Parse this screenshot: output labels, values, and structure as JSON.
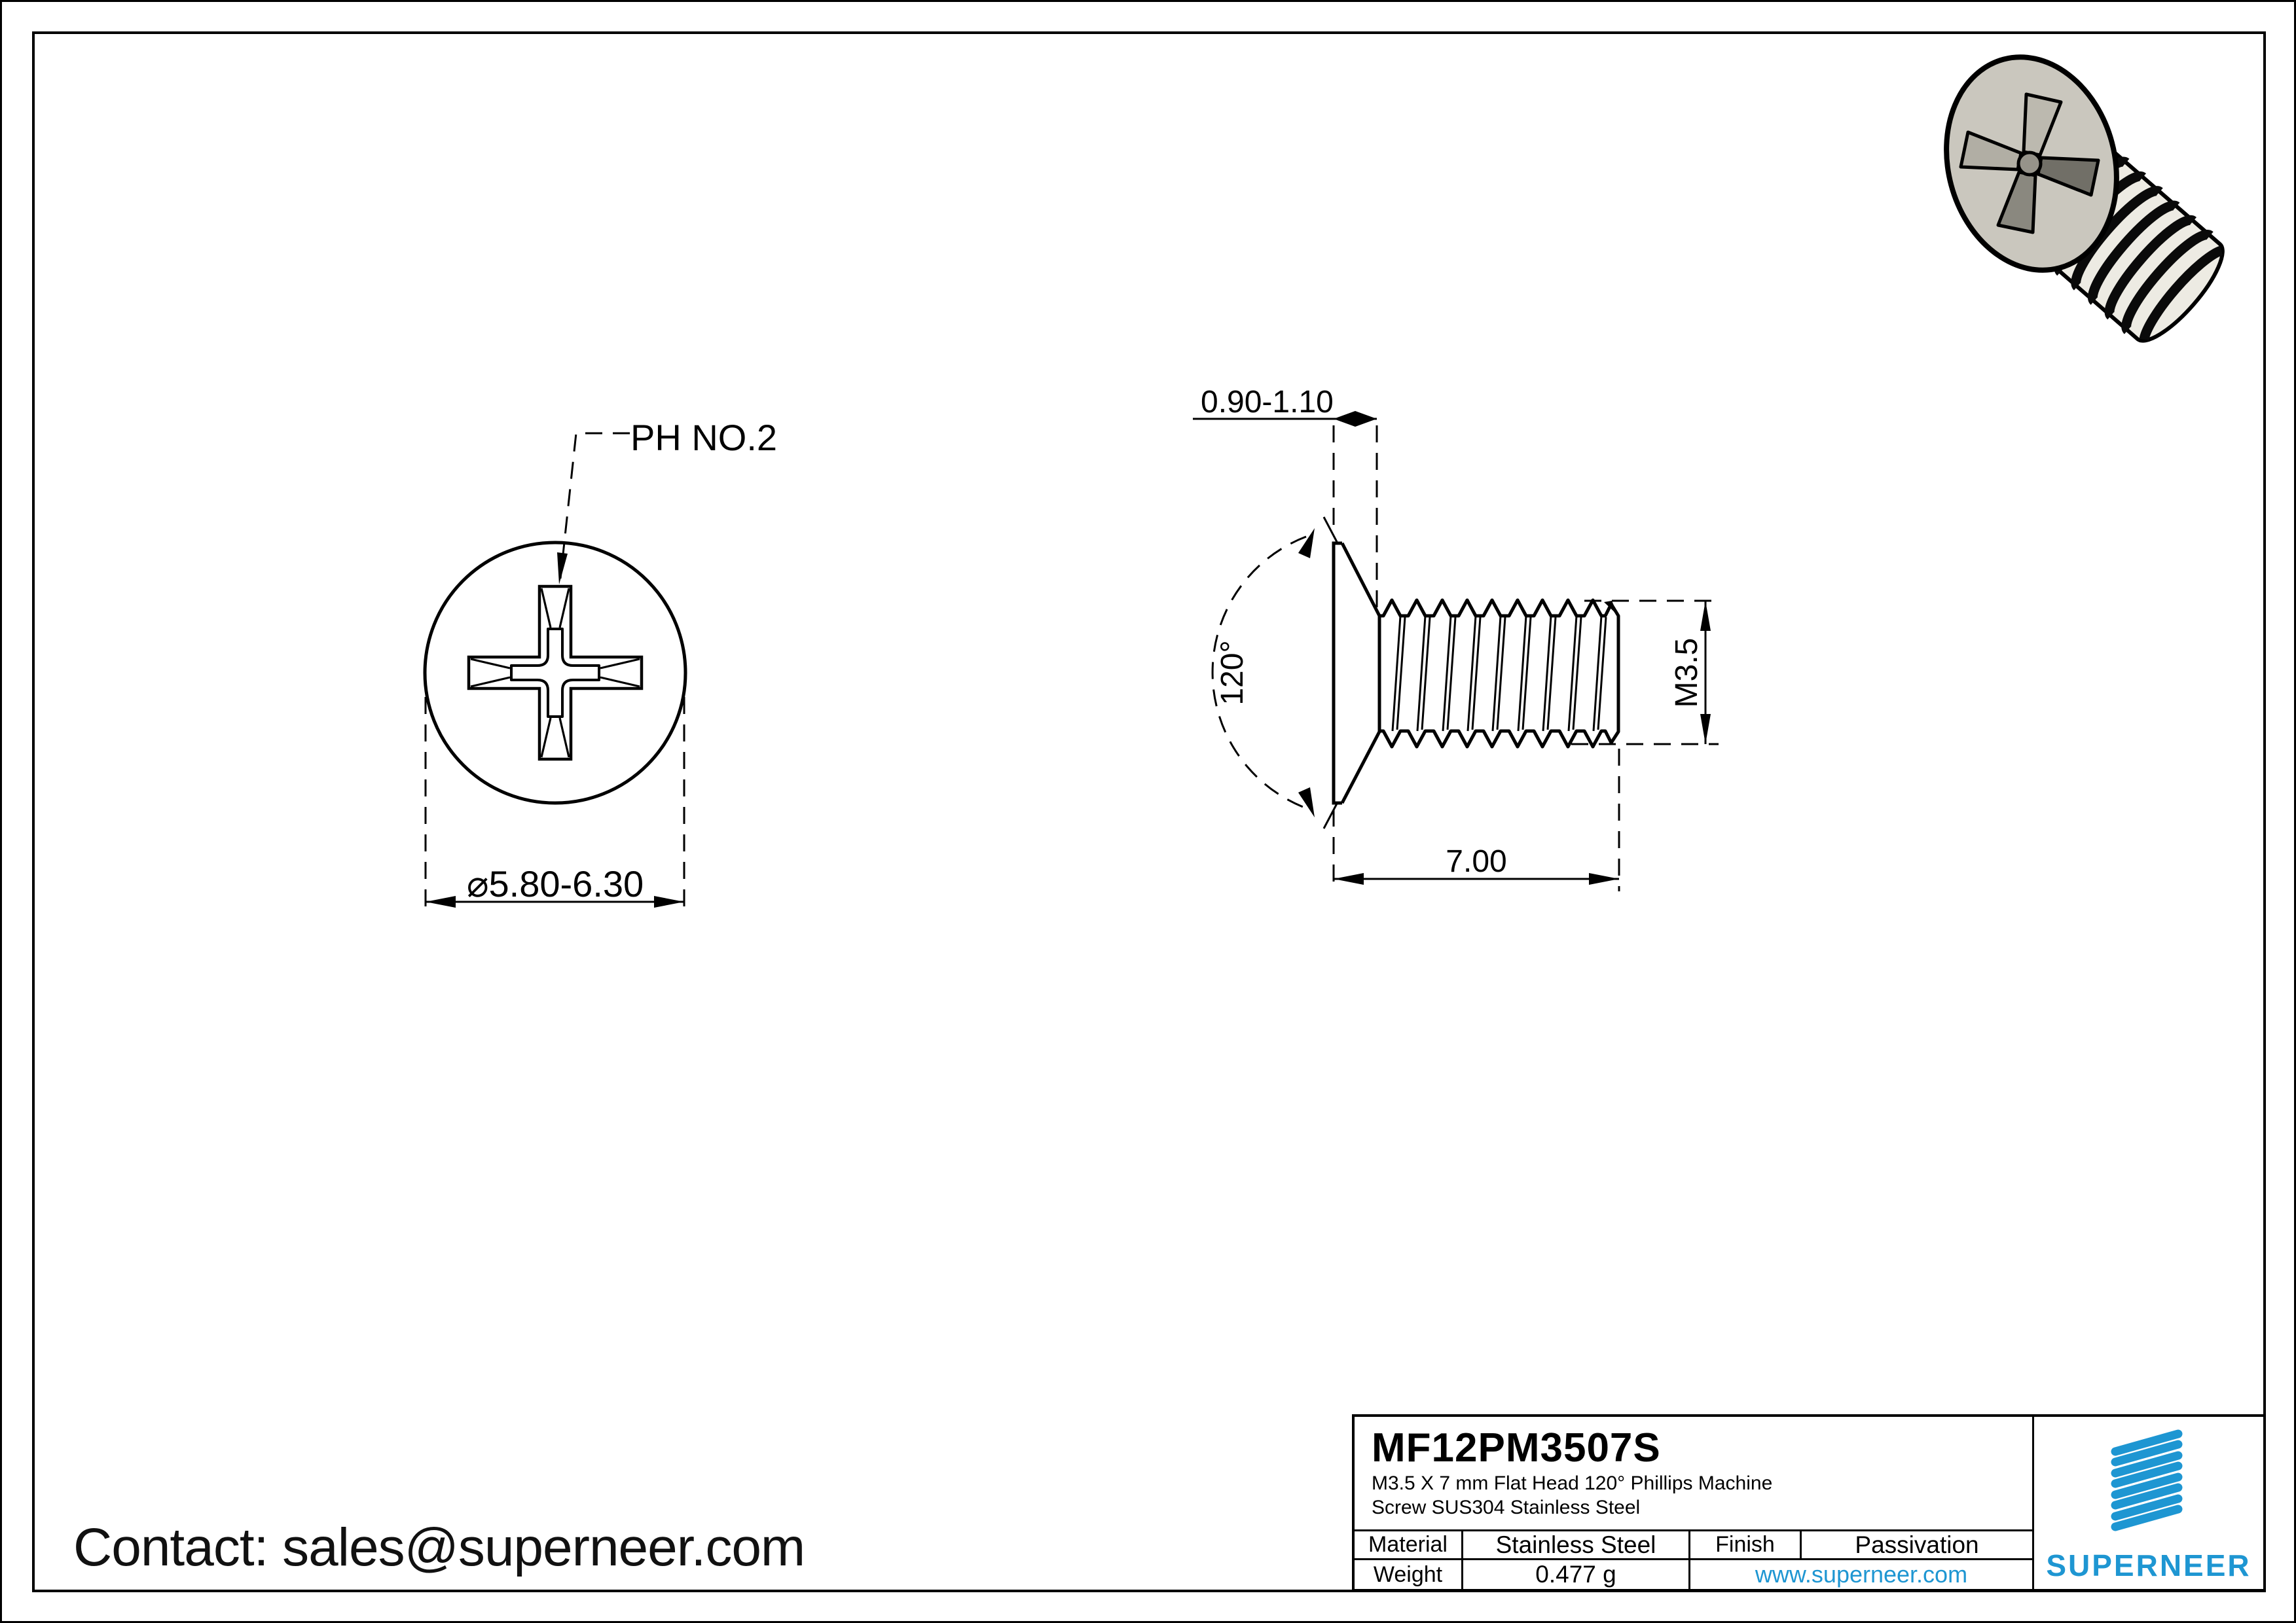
{
  "colors": {
    "accent_blue": "#1e96d2",
    "line": "#000000",
    "screw_face": "#cac7be",
    "screw_body": "#edebe3",
    "screw_recess_dark": "#716f67",
    "screw_recess_light": "#bcb9af"
  },
  "views": {
    "front": {
      "callout": "PH NO.2",
      "diameter": "⌀5.80-6.30"
    },
    "side": {
      "head_thickness": "0.90-1.10",
      "head_angle": "120°",
      "thread_size": "M3.5",
      "length": "7.00"
    }
  },
  "title_block": {
    "part_number": "MF12PM3507S",
    "description_line1": "M3.5 X 7 mm  Flat Head 120° Phillips Machine",
    "description_line2": "Screw SUS304 Stainless Steel",
    "material_label": "Material",
    "material_value": "Stainless Steel",
    "finish_label": "Finish",
    "finish_value": "Passivation",
    "weight_label": "Weight",
    "weight_value": "0.477 g",
    "website": "www.superneer.com",
    "brand": "SUPERNEER"
  },
  "footer": {
    "contact": "Contact: sales@superneer.com"
  }
}
